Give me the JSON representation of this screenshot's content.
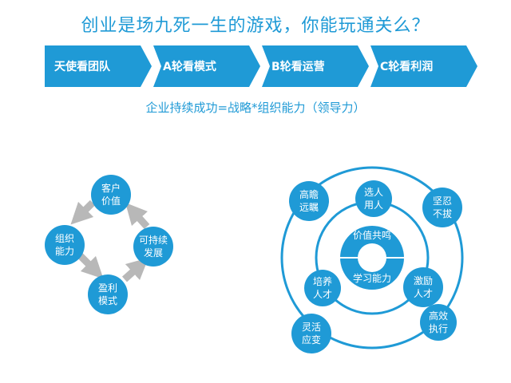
{
  "title": "创业是场九死一生的游戏，你能玩通关么？",
  "stages": [
    "天使看团队",
    "A轮看模式",
    "B轮看运营",
    "C轮看利润"
  ],
  "formula": "企业持续成功=战略*组织能力（领导力）",
  "cycle": {
    "top": "客户\n价值",
    "right": "可持续\n发展",
    "bottom": "盈利\n模式",
    "left": "组织\n能力"
  },
  "rings": {
    "inner_top": "价值共鸣",
    "inner_bottom": "学习能力",
    "nodes": {
      "n1": "高瞻\n远瞩",
      "n2": "选人\n用人",
      "n3": "坚忍\n不拔",
      "n4": "培养\n人才",
      "n5": "激励\n人才",
      "n6": "灵活\n应变",
      "n7": "高效\n执行"
    }
  },
  "colors": {
    "primary": "#1f9ad6",
    "arrow": "#b8b8b8"
  }
}
